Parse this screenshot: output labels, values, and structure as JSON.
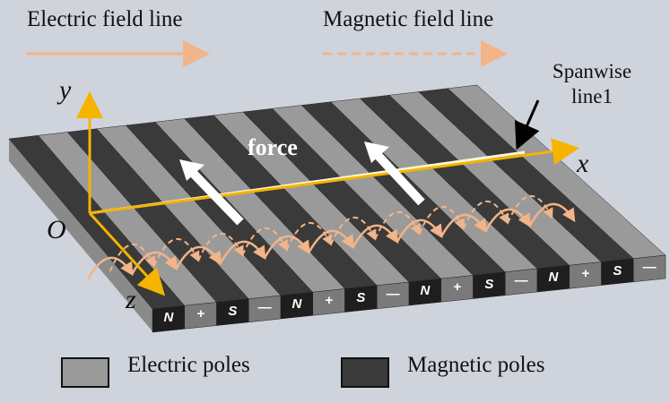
{
  "legend": {
    "electric_field_line": "Electric field line",
    "magnetic_field_line": "Magnetic field line",
    "electric_poles": "Electric poles",
    "magnetic_poles": "Magnetic poles"
  },
  "labels": {
    "spanwise_line1": "Spanwise line1",
    "force": "force",
    "axis_x": "x",
    "axis_y": "y",
    "axis_z": "z",
    "origin": "O"
  },
  "poles": [
    "N",
    "+",
    "S",
    "—",
    "N",
    "+",
    "S",
    "—",
    "N",
    "+",
    "S",
    "—",
    "N",
    "+",
    "S",
    "—"
  ],
  "colors": {
    "background": "#cfd3dc",
    "electric_pole": "#9a9a9a",
    "magnetic_pole": "#3a3a3a",
    "field_line": "#f2b488",
    "axis": "#f5b400",
    "force_arrow": "#ffffff"
  }
}
